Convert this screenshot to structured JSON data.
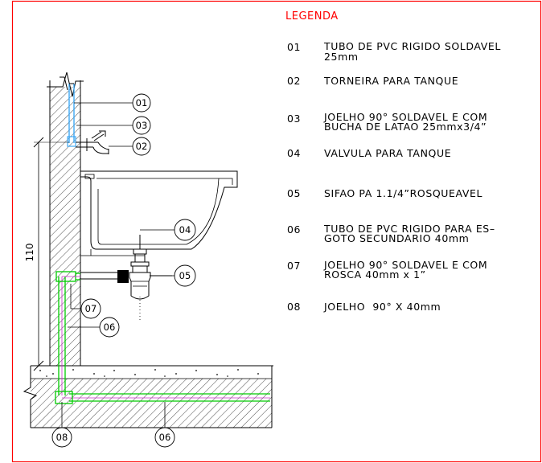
{
  "legend": {
    "title": "LEGENDA",
    "items": [
      {
        "code": "01",
        "lines": [
          "TUBO DE PVC RIGIDO SOLDAVEL",
          "25mm"
        ]
      },
      {
        "code": "02",
        "lines": [
          "TORNEIRA PARA TANQUE"
        ]
      },
      {
        "code": "03",
        "lines": [
          "JOELHO 90° SOLDAVEL E COM",
          "BUCHA DE LATAO 25mmx3/4”"
        ]
      },
      {
        "code": "04",
        "lines": [
          "VALVULA PARA TANQUE"
        ]
      },
      {
        "code": "05",
        "lines": [
          "SIFAO PA 1.1/4”ROSQUEAVEL"
        ]
      },
      {
        "code": "06",
        "lines": [
          "TUBO DE PVC RIGIDO PARA ES–",
          "GOTO SECUNDARIO 40mm"
        ]
      },
      {
        "code": "07",
        "lines": [
          "JOELHO 90° SOLDAVEL E COM",
          "ROSCA 40mm x 1”"
        ]
      },
      {
        "code": "08",
        "lines": [
          "JOELHO  90° X 40mm"
        ]
      }
    ]
  },
  "drawing": {
    "dimension_label": "110",
    "callouts": [
      "01",
      "03",
      "02",
      "04",
      "05",
      "07",
      "06",
      "08",
      "06"
    ]
  },
  "colors": {
    "frame": "#ff0000",
    "water_pipe": "#3fa9f5",
    "sewer_pipe": "#00cc00",
    "sewer_pipe_accent": "#cc33cc",
    "line": "#000000"
  }
}
